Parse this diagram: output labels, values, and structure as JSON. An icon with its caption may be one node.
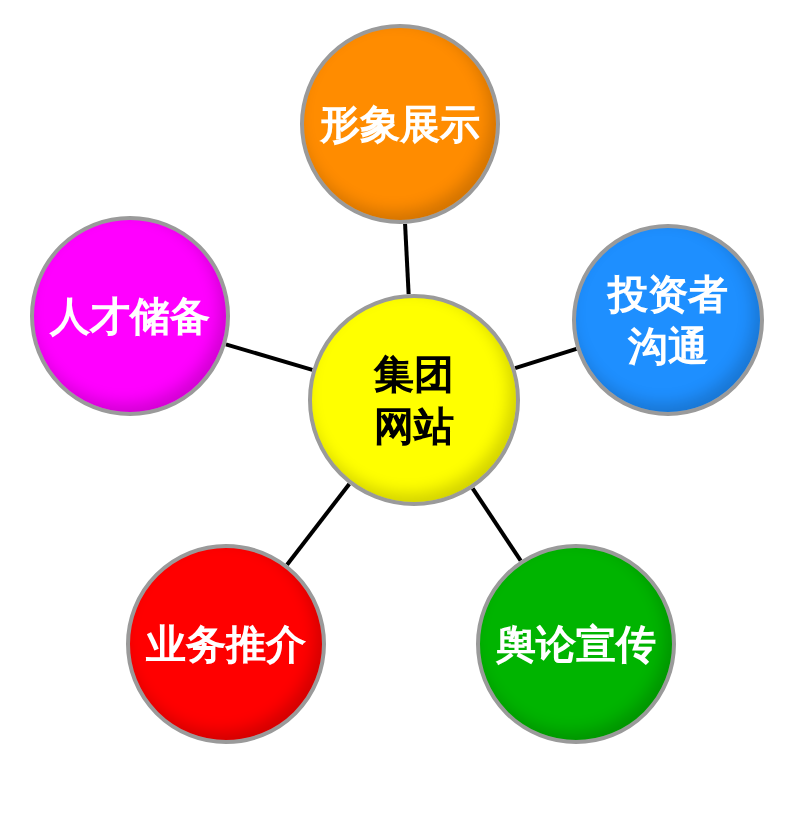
{
  "diagram": {
    "nodes": [
      {
        "text": [
          "形象展示"
        ]
      },
      {
        "text": [
          "人才储备"
        ]
      },
      {
        "text": [
          "集团网站"
        ]
      },
      {
        "text": [
          "投资者沟通"
        ]
      },
      {
        "text": [
          "业务推介"
        ]
      },
      {
        "text": [
          "舆论宣传"
        ]
      }
    ],
    "edges": [
      {
        "from": 2,
        "to": 0,
        "arrow": "none"
      },
      {
        "from": 2,
        "to": 1,
        "arrow": "none"
      },
      {
        "from": 2,
        "to": 3,
        "arrow": "none"
      },
      {
        "from": 2,
        "to": 4,
        "arrow": "none"
      },
      {
        "from": 2,
        "to": 5,
        "arrow": "none"
      }
    ]
  }
}
